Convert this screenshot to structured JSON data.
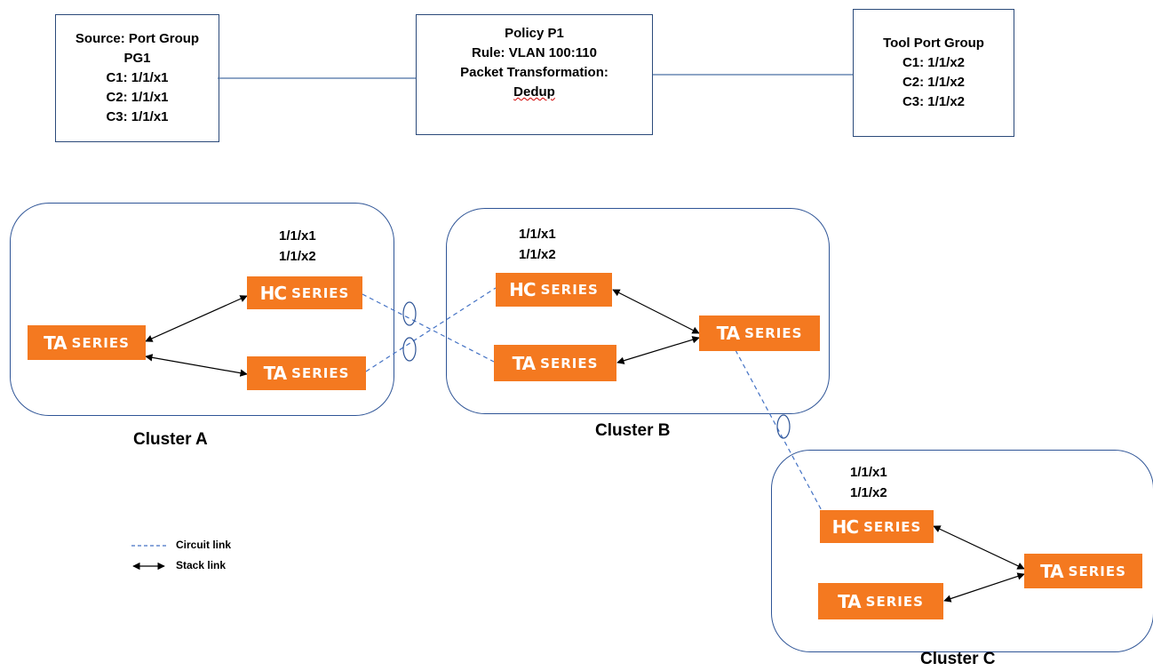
{
  "top_boxes": {
    "source": {
      "lines": [
        "Source: Port Group",
        "PG1",
        "C1: 1/1/x1",
        "C2: 1/1/x1",
        "C3: 1/1/x1"
      ]
    },
    "policy": {
      "lines": [
        "Policy P1",
        "Rule: VLAN 100:110",
        "Packet Transformation:",
        "Dedup"
      ]
    },
    "tool": {
      "lines": [
        "Tool Port Group",
        "C1: 1/1/x2",
        "C2: 1/1/x2",
        "C3: 1/1/x2"
      ]
    }
  },
  "clusters": {
    "a": {
      "label": "Cluster A",
      "ports": [
        "1/1/x1",
        "1/1/x2"
      ]
    },
    "b": {
      "label": "Cluster B",
      "ports": [
        "1/1/x1",
        "1/1/x2"
      ]
    },
    "c": {
      "label": "Cluster C",
      "ports": [
        "1/1/x1",
        "1/1/x2"
      ]
    }
  },
  "devices": {
    "hc_logo": "HC",
    "ta_logo": "TA",
    "series": "SERIES"
  },
  "legend": {
    "circuit_link": "Circuit link",
    "stack_link": "Stack link"
  },
  "colors": {
    "device_orange": "#f47920",
    "circuit_link_blue": "#4472c4",
    "cluster_border": "#2f5597"
  }
}
